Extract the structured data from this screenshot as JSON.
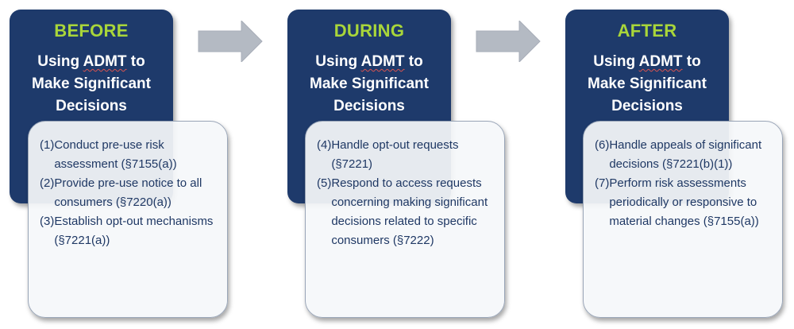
{
  "colors": {
    "header_bg": "#1e3a6b",
    "title_accent": "#a9d63a",
    "body_text": "#1f3864",
    "arrow": "#b4bac3"
  },
  "phases": [
    {
      "title": "BEFORE",
      "subtitle": {
        "line1_pre": "Using ",
        "line1_admt": "ADMT",
        "line1_post": " to",
        "line2": "Make Significant",
        "line3": "Decisions"
      },
      "items": [
        {
          "num": "(1)",
          "text": "Conduct pre-use risk assessment (§7155(a))"
        },
        {
          "num": "(2)",
          "text": "Provide pre-use notice to all consumers  (§7220(a))"
        },
        {
          "num": "(3)",
          "text": "Establish opt-out mechanisms (§7221(a))"
        }
      ]
    },
    {
      "title": "DURING",
      "subtitle": {
        "line1_pre": "Using ",
        "line1_admt": "ADMT",
        "line1_post": " to",
        "line2": "Make Significant",
        "line3": "Decisions"
      },
      "items": [
        {
          "num": "(4)",
          "text": "Handle opt-out requests (§7221)"
        },
        {
          "num": "(5)",
          "text": "Respond to access requests concerning making significant decisions related to specific consumers (§7222)"
        }
      ]
    },
    {
      "title": "AFTER",
      "subtitle": {
        "line1_pre": "Using ",
        "line1_admt": "ADMT",
        "line1_post": " to",
        "line2": "Make Significant",
        "line3": "Decisions"
      },
      "items": [
        {
          "num": "(6)",
          "text": "Handle appeals of significant decisions (§7221(b)(1))"
        },
        {
          "num": "(7)",
          "text": "Perform risk assessments periodically or responsive to material changes (§7155(a))"
        }
      ]
    }
  ]
}
